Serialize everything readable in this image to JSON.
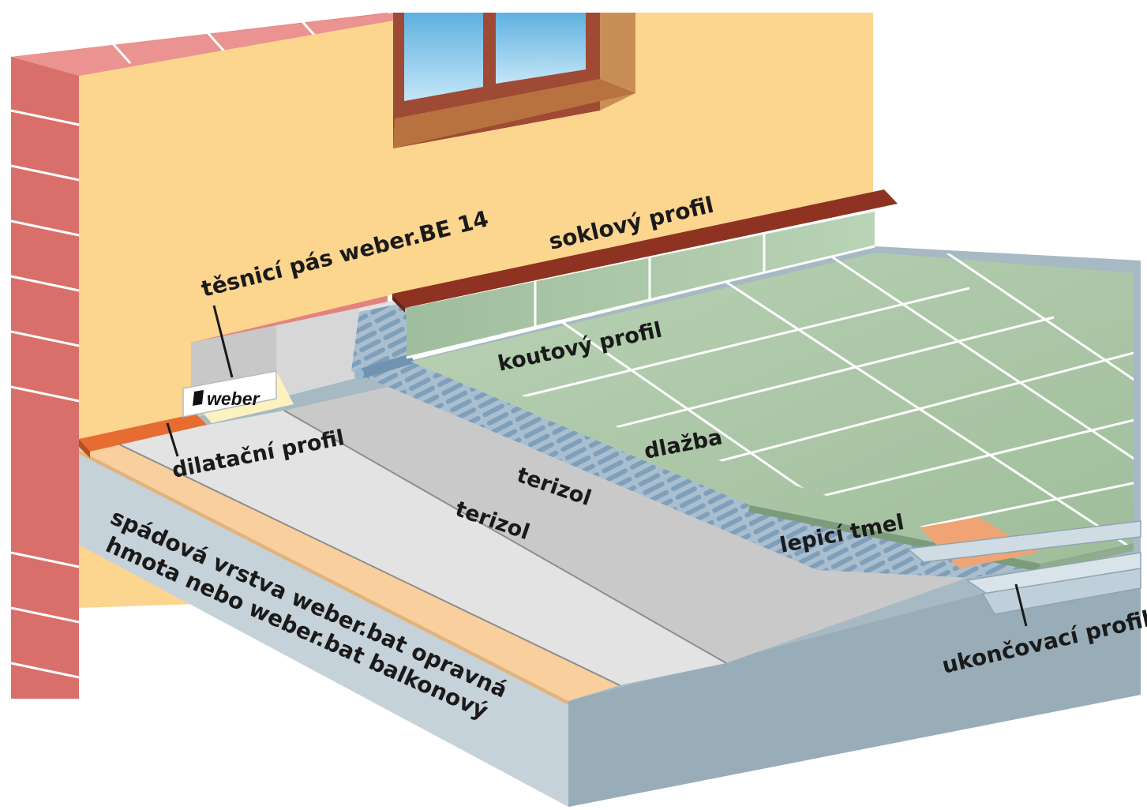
{
  "labels": {
    "tesnici_pas": "těsnicí pás weber.BE 14",
    "soklovy_profil": "soklový profil",
    "koutovy_profil": "koutový profil",
    "dilatacni_profil": "dilatační profil",
    "dlazba": "dlažba",
    "terizol_upper": "terizol",
    "terizol_lower": "terizol",
    "lepici_tmel": "lepicí tmel",
    "spadova_line1": "spádová vrstva weber.bat opravná",
    "spadova_line2": "hmota nebo weber.bat balkonový",
    "ukoncovaci_profil": "ukončovací profil"
  },
  "logo": {
    "brand": "weber"
  },
  "icons": {
    "window": "window-icon",
    "brick_wall": "brick-wall-icon",
    "tape_roll": "sealing-tape-icon"
  },
  "colors": {
    "wall": "#fcd58e",
    "brick": "#e4827e",
    "window_frame": "#9e4a34",
    "glass": "#86c9ec",
    "tile": "#a9c6a4",
    "slab": "#b4c6cf",
    "screed": "#f8cf9d",
    "membrane_light": "#e3e3e3",
    "membrane_dark": "#c9c9c9",
    "adhesive": "#a7bccc",
    "dilatation": "#e76c32",
    "skirting": "#8e3322"
  }
}
